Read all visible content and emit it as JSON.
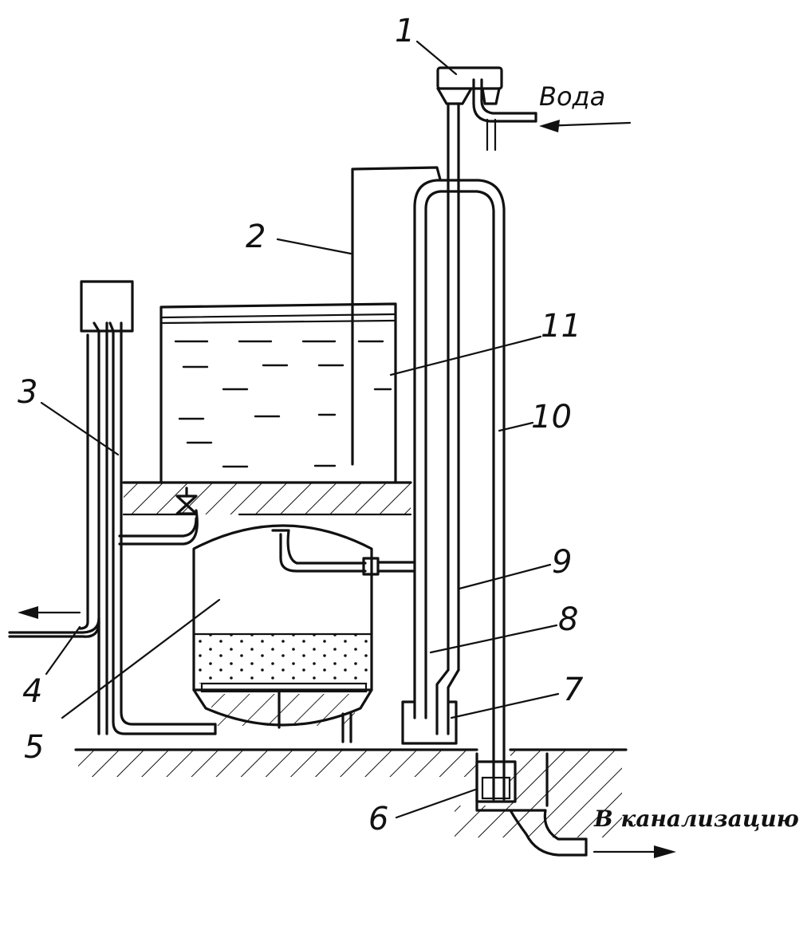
{
  "labels": {
    "n1": "1",
    "n2": "2",
    "n3": "3",
    "n4": "4",
    "n5": "5",
    "n6": "6",
    "n7": "7",
    "n8": "8",
    "n9": "9",
    "n10": "10",
    "n11": "11",
    "water": "Вода",
    "sewer": "В канализацию"
  }
}
